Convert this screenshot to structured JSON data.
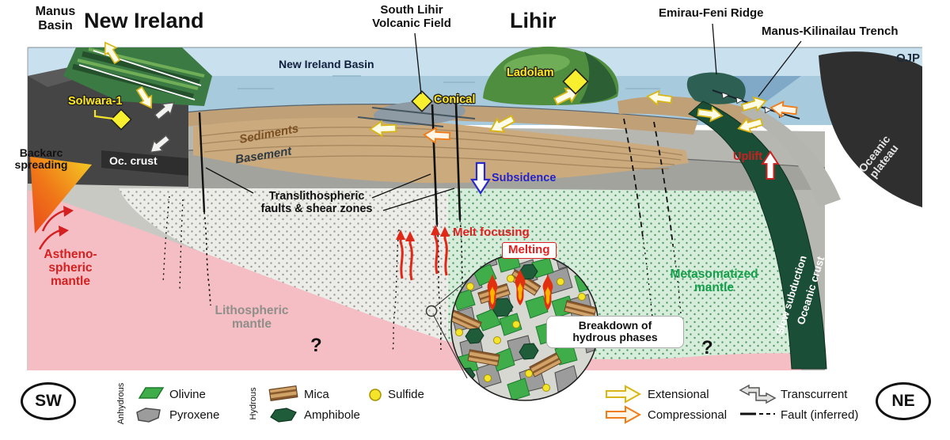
{
  "compass": {
    "sw": "SW",
    "ne": "NE"
  },
  "labels": {
    "manus_basin": "Manus\nBasin",
    "new_ireland": "New Ireland",
    "south_lihir_volcanic_field": "South Lihir\nVolcanic Field",
    "lihir": "Lihir",
    "emirau_feni_ridge": "Emirau-Feni Ridge",
    "manus_kilinailau_trench": "Manus-Kilinailau Trench",
    "ojp": "OJP",
    "new_ireland_basin": "New Ireland Basin",
    "ladolam": "Ladolam",
    "conical": "Conical",
    "solwara_1": "Solwara-1",
    "oc_crust": "Oc. crust",
    "backarc_spreading": "Backarc\nspreading",
    "sediments": "Sediments",
    "basement": "Basement",
    "translithospheric_faults": "Translithospheric\nfaults & shear zones",
    "subsidence": "Subsidence",
    "uplift": "Uplift",
    "melt_focusing": "Melt focusing",
    "melting": "Melting",
    "asthenospheric_mantle": "Astheno-\nspheric\nmantle",
    "lithospheric_mantle": "Lithospheric\nmantle",
    "metasomatized_mantle": "Metasomatized\nmantle",
    "slow_subduction": "Slow subduction",
    "oceanic_crust": "Oceanic crust",
    "oceanic_plateau": "Oceanic\nplateau",
    "breakdown_hydrous": "Breakdown of\nhydrous phases",
    "question_mark_left": "?",
    "question_mark_right": "?"
  },
  "legend": {
    "anhydrous_group": "Anhydrous",
    "hydrous_group": "Hydrous",
    "olivine": "Olivine",
    "pyroxene": "Pyroxene",
    "mica": "Mica",
    "amphibole": "Amphibole",
    "sulfide": "Sulfide",
    "extensional": "Extensional",
    "compressional": "Compressional",
    "transcurrent": "Transcurrent",
    "fault_inferred": "Fault (inferred)"
  },
  "colors": {
    "sky": "#c9e0ee",
    "sea": "#a8cadd",
    "sediments": "#cbaa7e",
    "basement": "#a3a39d",
    "lithospheric_mantle": "#ecece8",
    "asthenospheric_mantle": "#f5bdc4",
    "metasomatized_mantle": "#d7eddc",
    "oceanic_crust_slab": "#1b4e37",
    "oceanic_plateau": "#2f2f2f",
    "island_green": "#4f8d3f",
    "deposit_yellow": "#f8ef2f",
    "red_accent": "#d42020",
    "blue_accent": "#2222cc",
    "green_text": "#14a04a",
    "extensional_yellow": "#d9b616",
    "compressional_orange": "#f07d1a"
  }
}
